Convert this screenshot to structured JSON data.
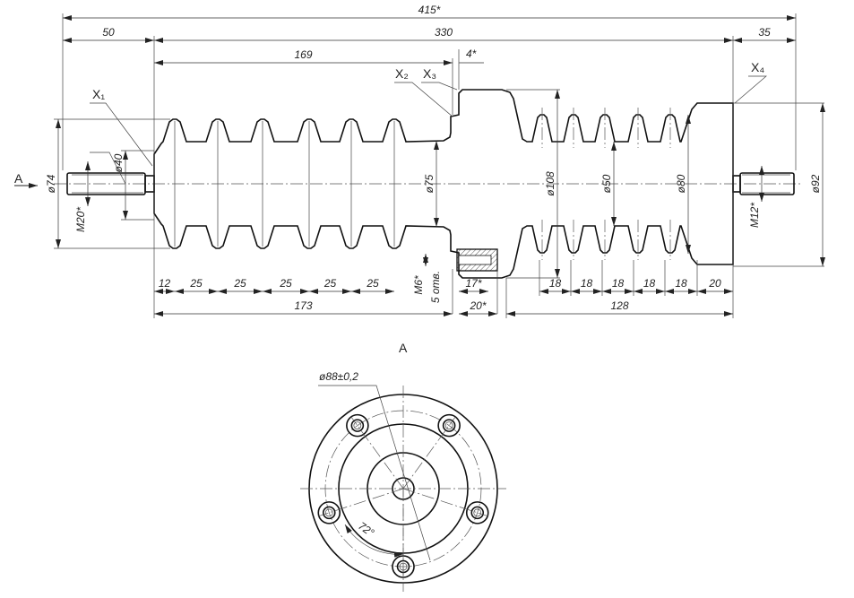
{
  "view_label": "A",
  "section_label": "A",
  "leaders": {
    "x1": "X₁",
    "x2": "X₂",
    "x3": "X₃",
    "x4": "X₄"
  },
  "dimensions": {
    "overall": "415*",
    "left_stud": "50",
    "body": "330",
    "right_stud": "35",
    "left_part": "169",
    "step": "4*",
    "first_pitch": "12",
    "pitch_left": [
      "25",
      "25",
      "25",
      "25",
      "25"
    ],
    "left_total": "173",
    "insert_depth": "17*",
    "insert_len": "20*",
    "pitch_right": [
      "18",
      "18",
      "18",
      "18",
      "18"
    ],
    "right_end": "20",
    "right_total": "128",
    "d74": "ø74",
    "m20": "M20*",
    "d40": "ø40",
    "d75": "ø75",
    "d108": "ø108",
    "d50": "ø50",
    "d80": "ø80",
    "m12": "M12*",
    "d92": "ø92",
    "m6": "M6*",
    "holes": "5 отв.",
    "bolt_circle": "ø88±0,2",
    "angle": "72°"
  }
}
